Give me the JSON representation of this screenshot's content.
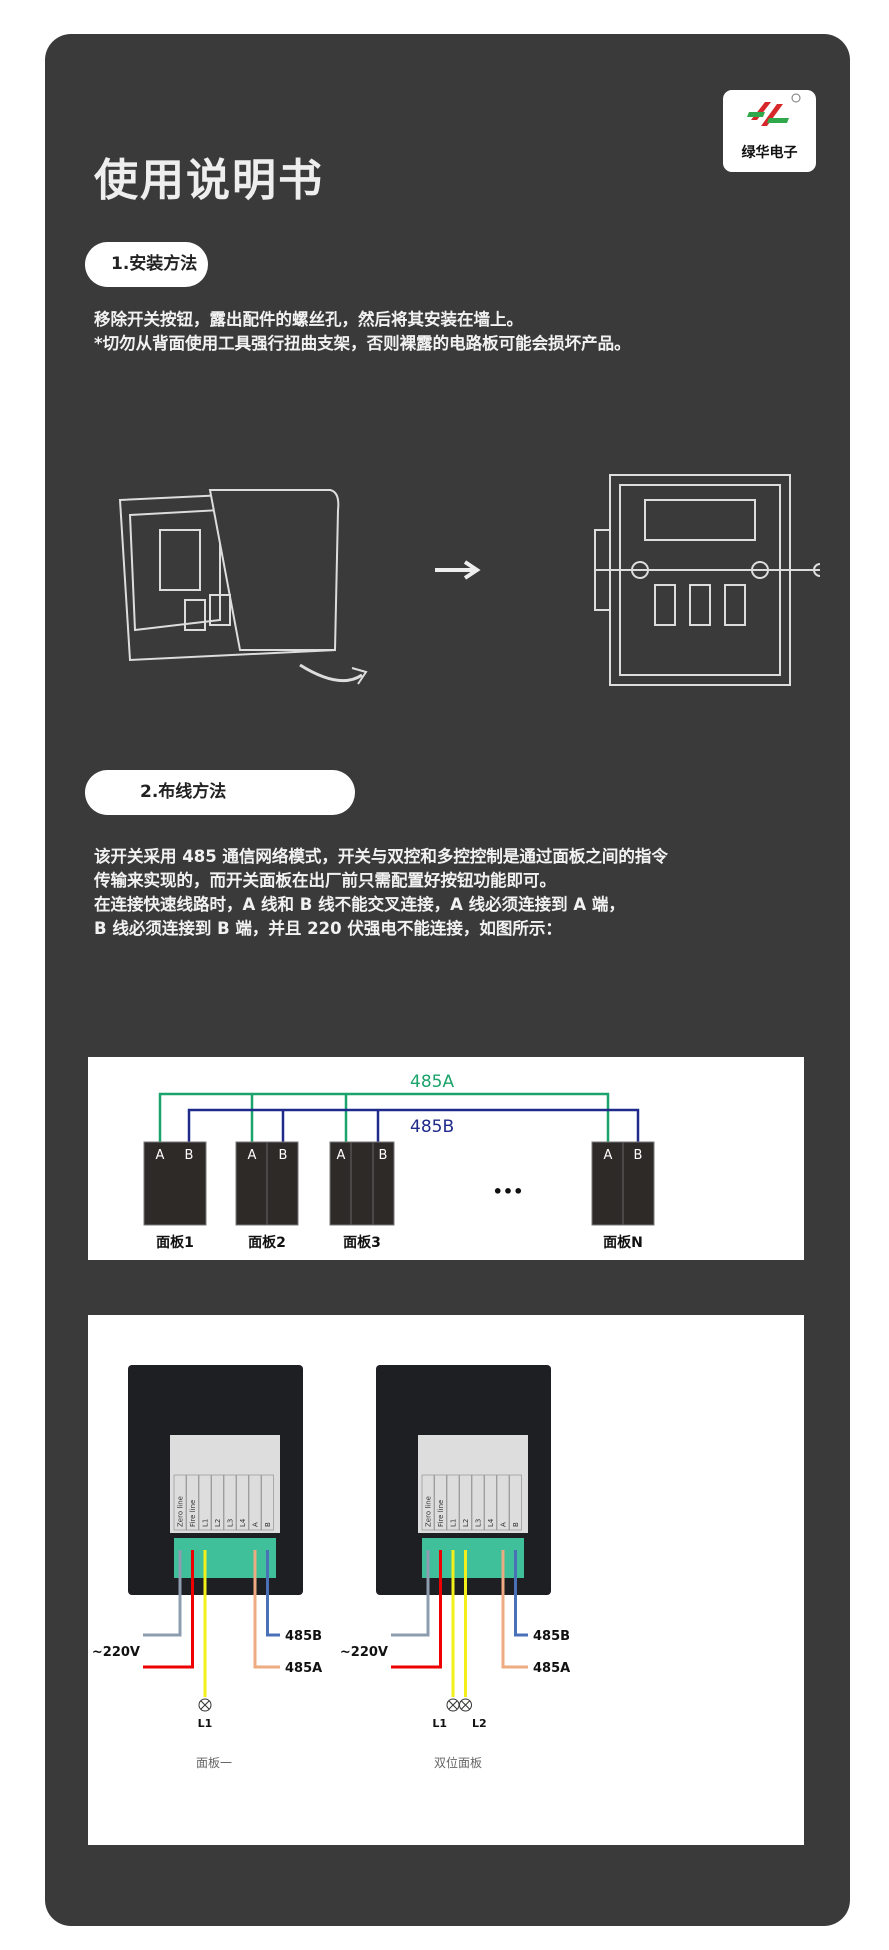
{
  "brand": {
    "name": "绿华电子",
    "registered": "®"
  },
  "title": "使用说明书",
  "section1": {
    "label": "1.安装方法",
    "lines": [
      "移除开关按钮，露出配件的螺丝孔，然后将其安装在墙上。",
      "*切勿从背面使用工具强行扭曲支架，否则裸露的电路板可能会损坏产品。"
    ]
  },
  "section2": {
    "label": "2.布线方法",
    "lines": [
      "该开关采用 485 通信网络模式，开关与双控和多控控制是通过面板之间的指令",
      "传输来实现的，而开关面板在出厂前只需配置好按钮功能即可。",
      "在连接快速线路时，A 线和 B 线不能交叉连接，A 线必须连接到 A 端，",
      "B 线必须连接到 B 端，并且 220 伏强电不能连接，如图所示："
    ]
  },
  "bus_diagram": {
    "line_a": "485A",
    "line_b": "485B",
    "a": "A",
    "b": "B",
    "ellipsis": "•••",
    "panels": [
      "面板1",
      "面板2",
      "面板3",
      "面板N"
    ],
    "color_a": "#1aa36a",
    "color_b": "#1f2a8a"
  },
  "wiring": {
    "voltage": "~220V",
    "b485": "485B",
    "a485": "485A",
    "left": {
      "caption": "面板一",
      "lamps": [
        "L1"
      ]
    },
    "right": {
      "caption": "双位面板",
      "lamps": [
        "L1",
        "L2"
      ]
    },
    "terminals": [
      "Zero line",
      "Fire line",
      "L1",
      "L2",
      "L3",
      "L4",
      "A",
      "B"
    ]
  }
}
